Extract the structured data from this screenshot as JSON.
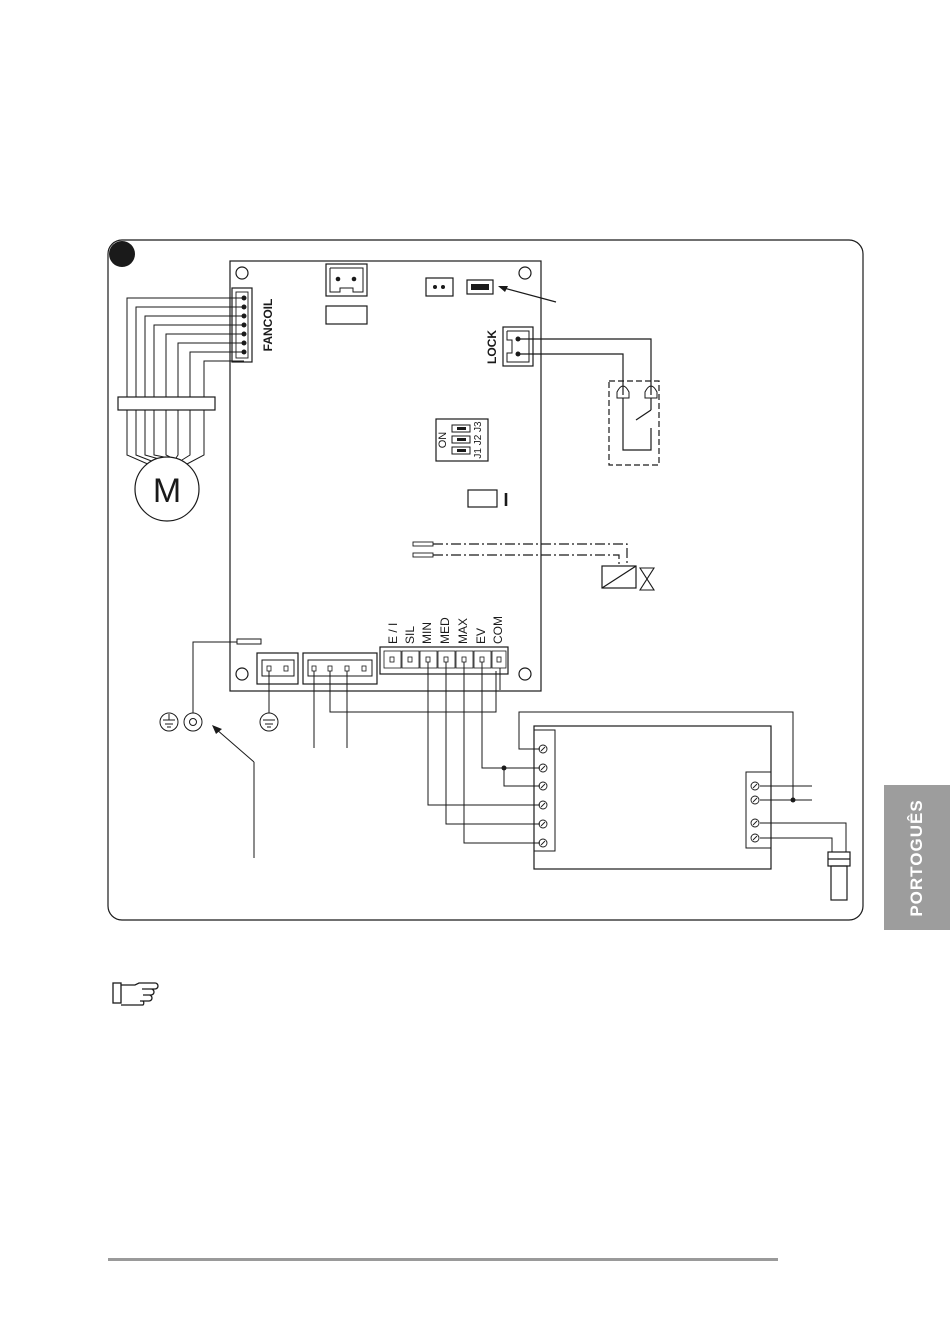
{
  "side_tab": {
    "label": "PORTOGUÊS"
  },
  "board": {
    "connector_label": "FANCOIL",
    "lock_label": "LOCK",
    "motor_label": "M",
    "dip_switch": {
      "on_label": "ON",
      "jumpers": "J1 J2 J3"
    },
    "indicator_mark": "I"
  },
  "terminal_block": {
    "labels": [
      "E / I",
      "SIL",
      "MIN",
      "MED",
      "MAX",
      "EV",
      "COM"
    ]
  },
  "icons": {
    "note": "pointing-hand-icon",
    "ground": "ground-icon",
    "motor": "motor-icon",
    "valve": "valve-icon"
  },
  "colors": {
    "line": "#1a1a1a",
    "tab": "#9d9d9d",
    "rule": "#9a9a9a"
  }
}
